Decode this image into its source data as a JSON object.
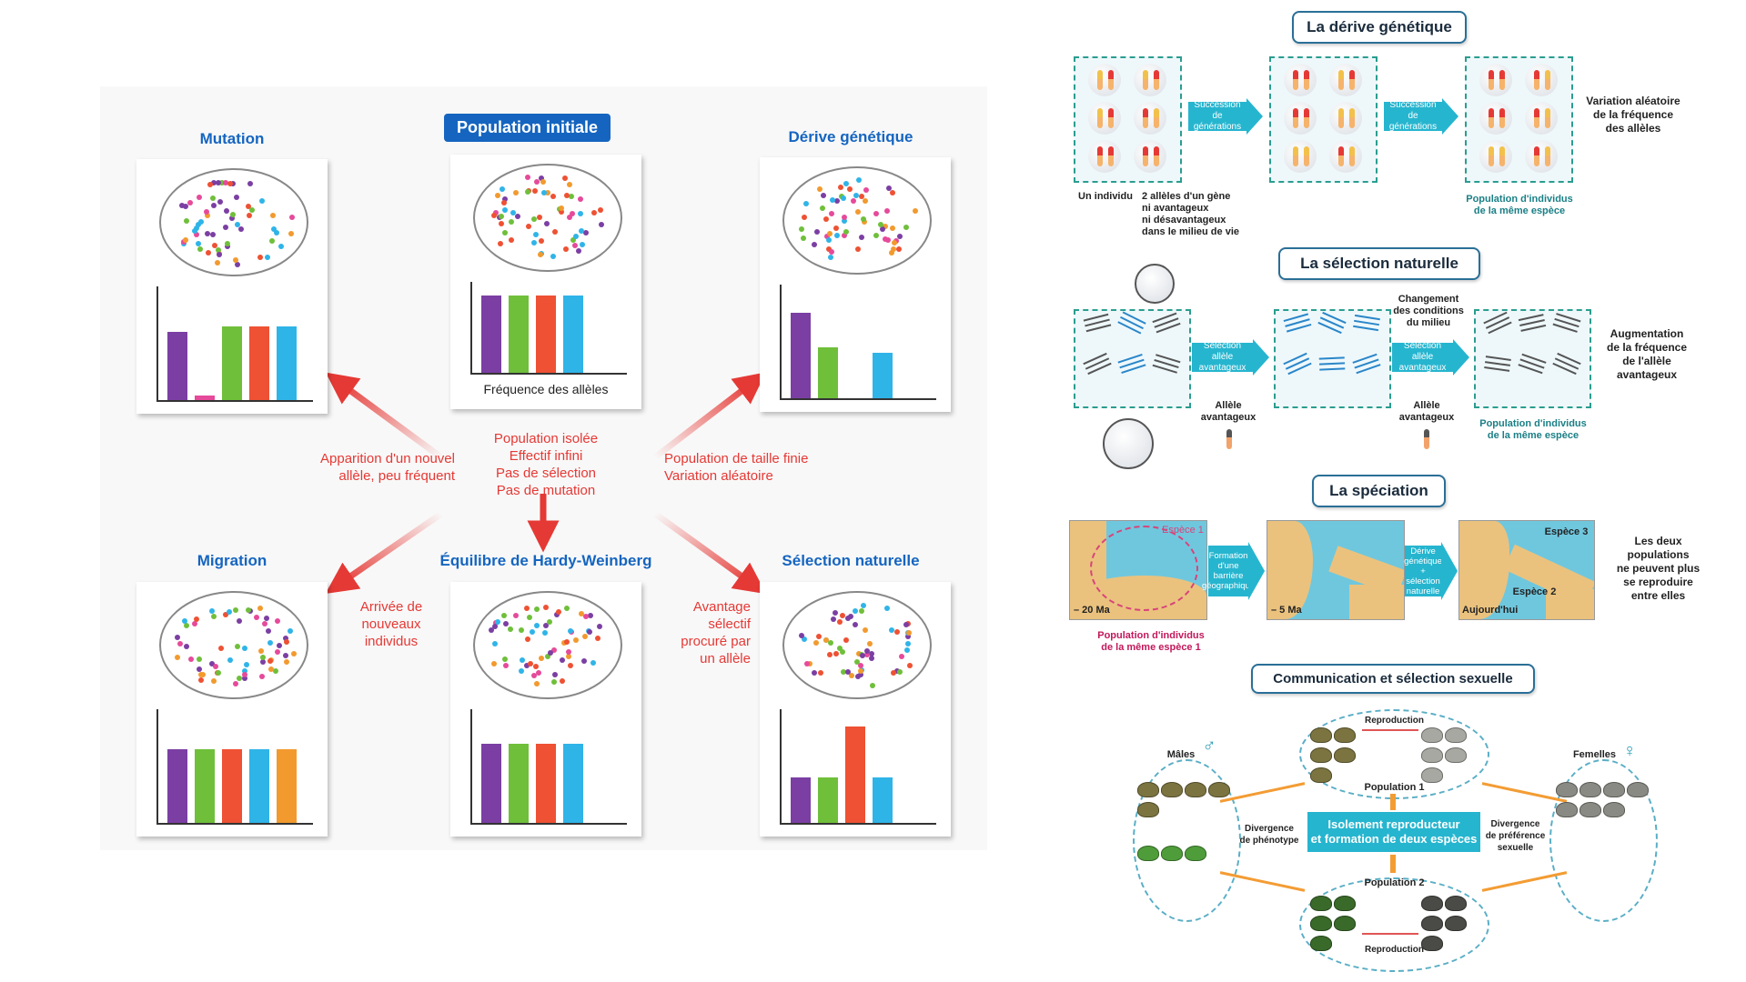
{
  "left_diagram": {
    "center": {
      "title": "Population initiale",
      "bar_caption": "Fréquence des allèles",
      "conditions": "Population isolée\nEffectif infini\nPas de sélection\nPas de mutation",
      "bars": [
        0.85,
        0.85,
        0.85,
        0.85
      ]
    },
    "mutation": {
      "title": "Mutation",
      "cause": "Apparition d'un nouvel\nallèle, peu fréquent",
      "bars": [
        0.6,
        0.04,
        0.65,
        0.65,
        0.65
      ]
    },
    "drift": {
      "title": "Dérive génétique",
      "cause": "Population de taille finie\nVariation aléatoire",
      "bars": [
        0.75,
        0.45,
        0.0,
        0.4
      ]
    },
    "migration": {
      "title": "Migration",
      "cause": "Arrivée de\nnouveaux\nindividus",
      "bars": [
        0.65,
        0.65,
        0.65,
        0.65,
        0.65
      ]
    },
    "hardy": {
      "title": "Équilibre de Hardy-Weinberg",
      "bars": [
        0.7,
        0.7,
        0.7,
        0.7
      ]
    },
    "selection": {
      "title": "Sélection naturelle",
      "cause": "Avantage\nsélectif\nprocuré par\nun allèle",
      "bars": [
        0.4,
        0.4,
        0.85,
        0.4
      ]
    },
    "bar_colors": [
      "#7b3fa3",
      "#6fbf3a",
      "#ee5133",
      "#2fb4e8",
      "#f29a2e"
    ],
    "mutation_bar_colors": [
      "#7b3fa3",
      "#e64a9a",
      "#6fbf3a",
      "#ee5133",
      "#2fb4e8"
    ],
    "dot_colors": [
      "#7b3fa3",
      "#6fbf3a",
      "#ee5133",
      "#2fb4e8",
      "#f29a2e",
      "#e64a9a"
    ]
  },
  "drift_panel": {
    "title": "La dérive génétique",
    "arrow1": "Succession de\ngénérations",
    "arrow2": "Succession de\ngénérations",
    "label_individual": "Un individu",
    "label_alleles": "2 allèles d'un gène\nni avantageux\nni désavantageux\ndans le milieu de vie",
    "label_population": "Population d'individus\nde la même espèce",
    "right_text": "Variation aléatoire\nde la fréquence\ndes allèles"
  },
  "selection_panel": {
    "title": "La sélection naturelle",
    "arrow1": "Sélection allèle\navantageux",
    "arrow2": "Sélection allèle\navantageux",
    "label_change": "Changement\ndes conditions\ndu milieu",
    "label_allele1": "Allèle\navantageux",
    "label_allele2": "Allèle\navantageux",
    "label_population": "Population d'individus\nde la même espèce",
    "right_text": "Augmentation\nde la fréquence\nde l'allèle\navantageux"
  },
  "speciation_panel": {
    "title": "La spéciation",
    "map1_label": "Espèce 1",
    "map1_time": "– 20 Ma",
    "arrow1": "Formation\nd'une\nbarrière\ngéographique",
    "map2_time": "– 5 Ma",
    "arrow2": "Dérive\ngénétique\n+ sélection\nnaturelle",
    "map3_label1": "Espèce 3",
    "map3_label2": "Espèce 2",
    "map3_time": "Aujourd'hui",
    "label_population": "Population d'individus\nde la même espèce 1",
    "right_text": "Les deux\npopulations\nne peuvent plus\nse reproduire\nentre elles"
  },
  "sexual_panel": {
    "title": "Communication et sélection sexuelle",
    "males": "Mâles",
    "females": "Femelles",
    "reproduction_top": "Reproduction",
    "reproduction_bottom": "Reproduction",
    "population1": "Population 1",
    "population2": "Population 2",
    "divergence_left": "Divergence\nde phénotype",
    "divergence_right": "Divergence\nde préférence\nsexuelle",
    "center_box": "Isolement reproducteur\net formation de deux espèces",
    "male_symbol": "♂",
    "female_symbol": "♀"
  }
}
